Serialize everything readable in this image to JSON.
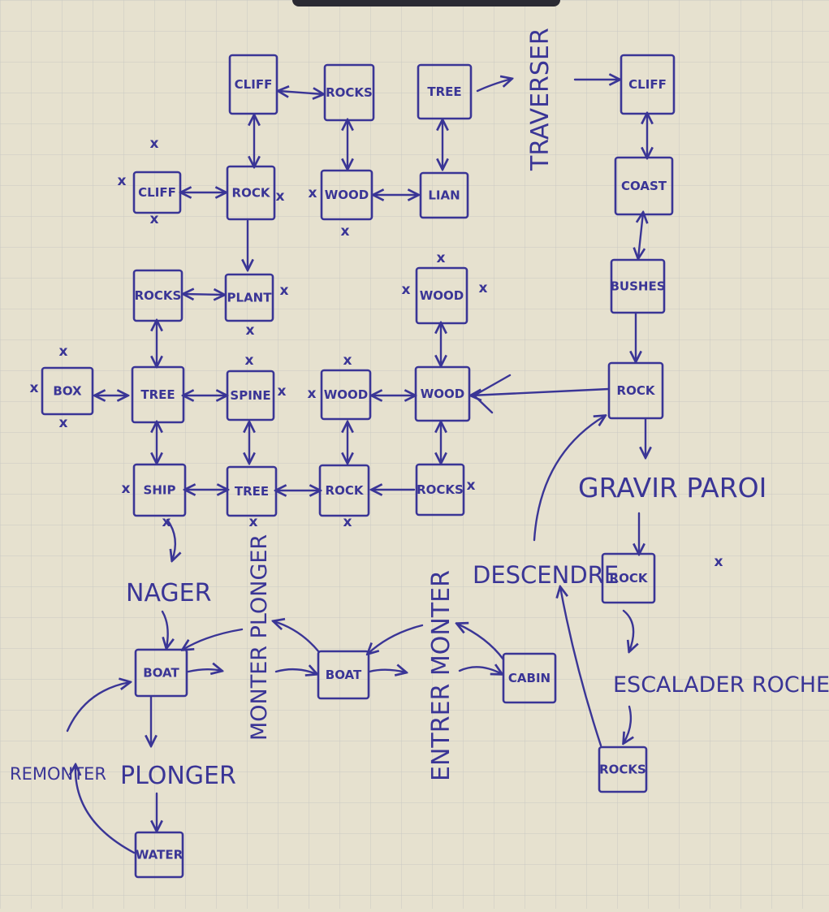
{
  "ink_color": "#3a3596",
  "paper_color": "#e6e1cf",
  "grid_color": "#c9c9c3",
  "nodes": [
    {
      "id": "cliff1",
      "label": "CLIFF"
    },
    {
      "id": "rocks1",
      "label": "ROCKS"
    },
    {
      "id": "tree1",
      "label": "TREE"
    },
    {
      "id": "cliff2",
      "label": "CLIFF"
    },
    {
      "id": "cliff3",
      "label": "CLIFF"
    },
    {
      "id": "rock1",
      "label": "ROCK"
    },
    {
      "id": "wood1",
      "label": "WOOD"
    },
    {
      "id": "liana",
      "label": "LIAN"
    },
    {
      "id": "coast",
      "label": "COAST"
    },
    {
      "id": "rocks2",
      "label": "ROCKS"
    },
    {
      "id": "plant",
      "label": "PLANT"
    },
    {
      "id": "wood2",
      "label": "WOOD"
    },
    {
      "id": "bushes",
      "label": "BUSHES"
    },
    {
      "id": "box",
      "label": "BOX"
    },
    {
      "id": "tree2",
      "label": "TREE"
    },
    {
      "id": "spine",
      "label": "SPINE"
    },
    {
      "id": "wood3",
      "label": "WOOD"
    },
    {
      "id": "wood4",
      "label": "WOOD"
    },
    {
      "id": "rock2",
      "label": "ROCK"
    },
    {
      "id": "ship",
      "label": "SHIP"
    },
    {
      "id": "tree3",
      "label": "TREE"
    },
    {
      "id": "rock3",
      "label": "ROCK"
    },
    {
      "id": "rocks3",
      "label": "ROCKS"
    },
    {
      "id": "rock4",
      "label": "ROCK"
    },
    {
      "id": "boat1",
      "label": "BOAT"
    },
    {
      "id": "boat2",
      "label": "BOAT"
    },
    {
      "id": "cabin",
      "label": "CABIN"
    },
    {
      "id": "rocks4",
      "label": "ROCKS"
    },
    {
      "id": "water",
      "label": "WATER"
    }
  ],
  "action_labels": {
    "traverser": "TRAVERSER",
    "gravir_paroi": "GRAVIR PAROI",
    "descendre": "DESCENDRE",
    "nager": "NAGER",
    "monter_plonger": "MONTER PLONGER",
    "entrer_monter": "ENTRER MONTER",
    "escalader_rocher": "ESCALADER ROCHER",
    "remonter": "REMONTER",
    "plonger": "PLONGER"
  },
  "dead_end_mark": "x"
}
